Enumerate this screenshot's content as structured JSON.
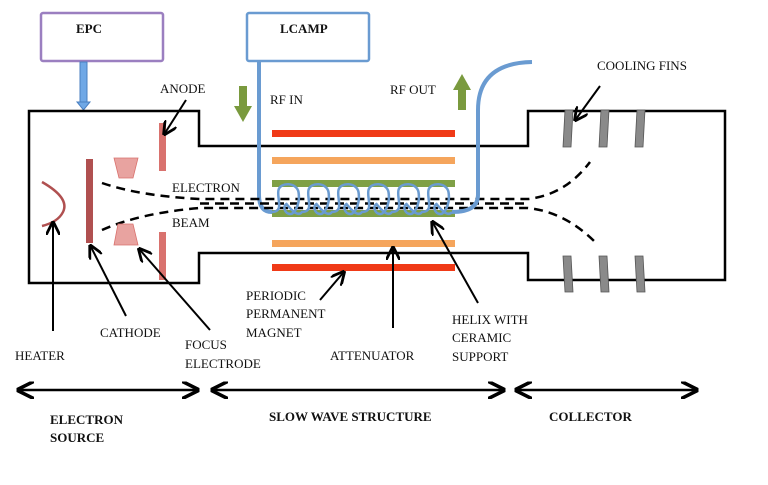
{
  "diagram": {
    "title": "Traveling Wave Tube (TWT) schematic",
    "boxes": {
      "epc": "EPC",
      "lcamp": "LCAMP"
    },
    "signals": {
      "rf_in": "RF IN",
      "rf_out": "RF OUT"
    },
    "labels": {
      "anode": "ANODE",
      "electron_beam_line1": "ELECTRON",
      "electron_beam_line2": "BEAM",
      "cooling_fins": "COOLING FINS",
      "heater": "HEATER",
      "cathode": "CATHODE",
      "focus_electrode_line1": "FOCUS",
      "focus_electrode_line2": "ELECTRODE",
      "ppm_line1": "PERIODIC",
      "ppm_line2": "PERMANENT",
      "ppm_line3": "MAGNET",
      "attenuator": "ATTENUATOR",
      "helix_line1": "HELIX WITH",
      "helix_line2": "CERAMIC",
      "helix_line3": "SUPPORT"
    },
    "sections": {
      "electron_source_line1": "ELECTRON",
      "electron_source_line2": "SOURCE",
      "slow_wave_structure": "SLOW WAVE STRUCTURE",
      "collector": "COLLECTOR"
    },
    "colors": {
      "epc_border": "#9b7fc0",
      "lcamp_border": "#6a9bd1",
      "rf_line": "#6a9bd1",
      "epc_arrow": "#6fa8e6",
      "signal_arrow": "#7a9a3e",
      "magnet": "#f03a17",
      "attenuator": "#f5a55c",
      "helix_support": "#7fa046",
      "cathode": "#b05050",
      "anode": "#d9726e",
      "focus_electrode": "#e8a3a0",
      "cooling_fin": "#8a8a8a",
      "outline": "#000000"
    }
  }
}
